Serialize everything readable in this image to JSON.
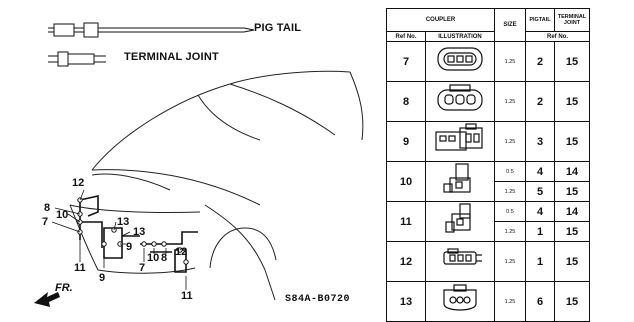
{
  "legend": {
    "pigtail_label": "PIG TAIL",
    "terminal_joint_label": "TERMINAL JOINT"
  },
  "callouts": [
    "12",
    "8",
    "10",
    "7",
    "11",
    "13",
    "9",
    "13",
    "9",
    "7",
    "10",
    "8",
    "12",
    "11"
  ],
  "direction_label": "FR.",
  "figure_code": "S84A-B0720",
  "table": {
    "headers": {
      "coupler": "COUPLER",
      "size": "SIZE",
      "pigtail": "PIGTAIL",
      "terminal_joint": "TERMINAL JOINT",
      "ref_no": "Ref No.",
      "illustration": "ILLUSTRATION",
      "ref_no_2": "Ref No."
    },
    "rows": [
      {
        "ref": "7",
        "size": "1.25",
        "pigtail": "2",
        "tj": "15"
      },
      {
        "ref": "8",
        "size": "1.25",
        "pigtail": "2",
        "tj": "15"
      },
      {
        "ref": "9",
        "size": "1.25",
        "pigtail": "3",
        "tj": "15"
      },
      {
        "ref": "10",
        "size": "0.5",
        "pigtail": "4",
        "tj": "14"
      },
      {
        "ref": "",
        "size": "1.25",
        "pigtail": "5",
        "tj": "15"
      },
      {
        "ref": "11",
        "size": "0.5",
        "pigtail": "4",
        "tj": "14"
      },
      {
        "ref": "",
        "size": "1.25",
        "pigtail": "1",
        "tj": "15"
      },
      {
        "ref": "12",
        "size": "1.25",
        "pigtail": "1",
        "tj": "15"
      },
      {
        "ref": "13",
        "size": "1.25",
        "pigtail": "6",
        "tj": "15"
      }
    ]
  }
}
